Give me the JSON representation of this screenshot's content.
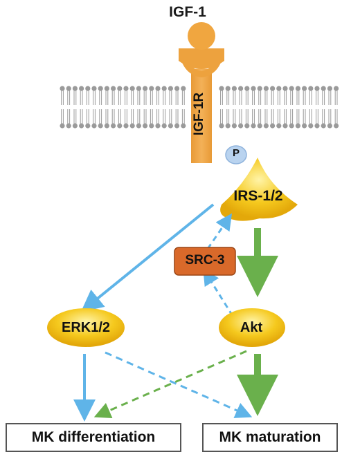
{
  "ligand": {
    "label": "IGF-1"
  },
  "receptor": {
    "label": "IGF-1R"
  },
  "phospho": {
    "label": "P"
  },
  "nodes": {
    "irs": "IRS-1/2",
    "src": "SRC-3",
    "erk": "ERK1/2",
    "akt": "Akt"
  },
  "outcomes": {
    "differentiation": "MK differentiation",
    "maturation": "MK maturation"
  },
  "colors": {
    "ligand_orange": "#f0a640",
    "receptor_orange": "#eda23e",
    "yellow_node": "#f5c91e",
    "src_box": "#d9692a",
    "blue_arrow": "#5fb4e8",
    "green_arrow": "#6ab04c",
    "membrane_gray": "#9a9a9a",
    "phospho_blue": "#b9d3ef"
  }
}
